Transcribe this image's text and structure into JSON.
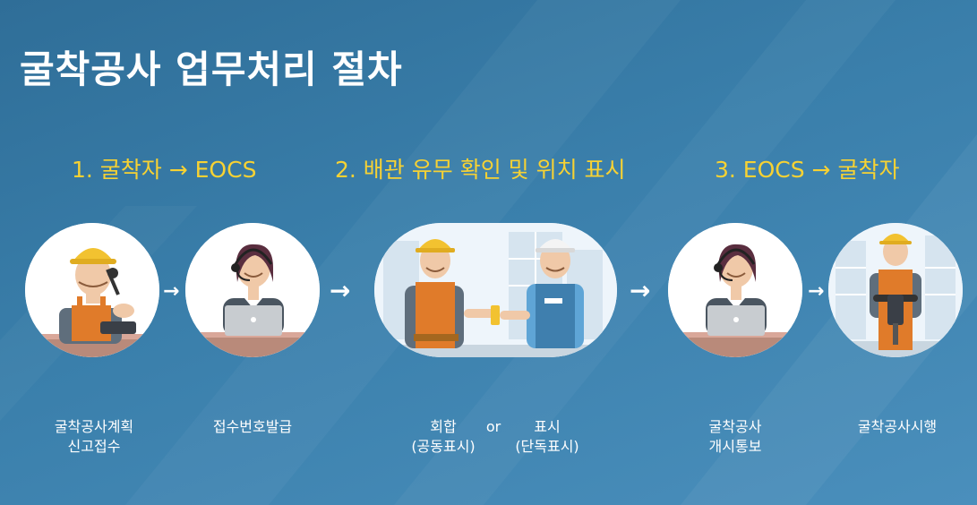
{
  "title": "굴착공사 업무처리 절차",
  "steps": [
    {
      "heading": "1. 굴착자 → EOCS"
    },
    {
      "heading": "2. 배관 유무 확인 및 위치 표시"
    },
    {
      "heading": "3. EOCS → 굴착자"
    }
  ],
  "captions": {
    "report": [
      "굴착공사계획",
      "신고접수"
    ],
    "issue": "접수번호발급",
    "meeting": [
      "회합",
      "(공동표시)"
    ],
    "or": "or",
    "marking": [
      "표시",
      "(단독표시)"
    ],
    "notice": [
      "굴착공사",
      "개시통보"
    ],
    "execute": "굴착공사시행"
  },
  "arrows": {
    "symbol": "→"
  },
  "colors": {
    "heading": "#f7d233",
    "helmet": "#f2c230",
    "overall": "#e07b2a",
    "headset_worker": "#4a5560"
  }
}
